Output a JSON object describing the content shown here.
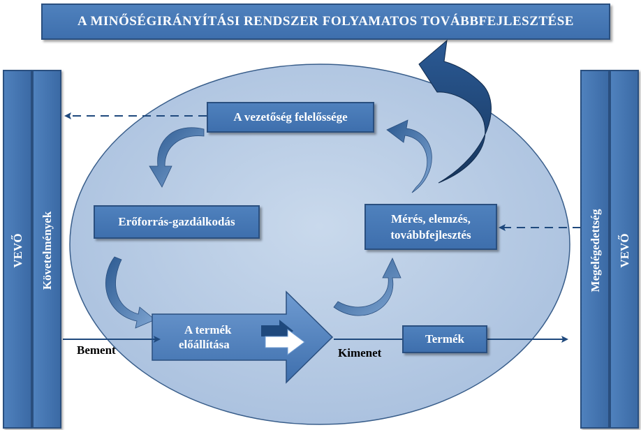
{
  "title": "A MINŐSÉGIRÁNYÍTÁSI RENDSZER FOLYAMATOS TOVÁBBFEJLESZTÉSE",
  "left_side": {
    "outer": "VEVŐ",
    "inner": "Követelmények"
  },
  "right_side": {
    "inner": "Megelégedettség",
    "outer": "VEVŐ"
  },
  "processes": {
    "management": "A vezetőség felelőssége",
    "resources": "Erőforrás-gazdálkodás",
    "measurement_line1": "Mérés, elemzés,",
    "measurement_line2": "továbbfejlesztés",
    "realization_line1": "A termék",
    "realization_line2": "előállítása"
  },
  "output_box": "Termék",
  "labels": {
    "input": "Bement",
    "output": "Kimenet"
  },
  "colors": {
    "box_fill": "#4f81bd",
    "box_border": "#2a4f7f",
    "ellipse_fill": "#b9cce4",
    "arrow_dark": "#1f497d"
  }
}
